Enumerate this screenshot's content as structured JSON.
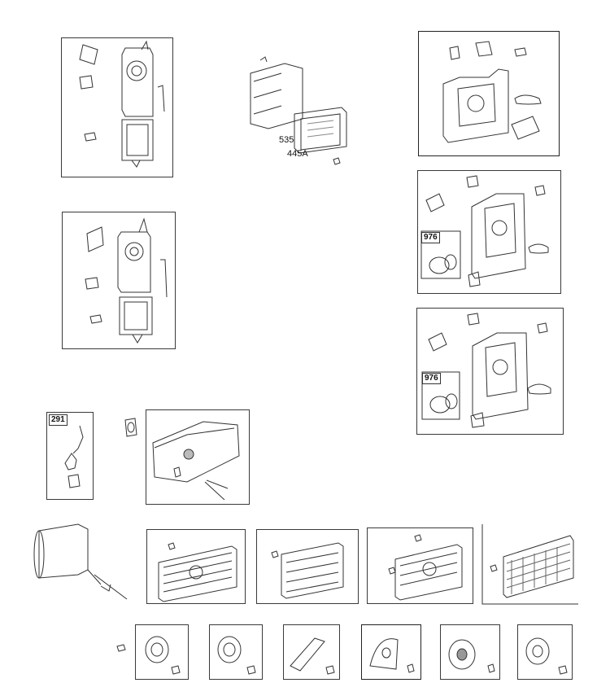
{
  "callouts": {
    "c535": "535",
    "c445a": "445A",
    "c976_a": "976",
    "c976_b": "976",
    "c291": "291"
  },
  "colors": {
    "line": "#333333",
    "shade": "#9a9a9a",
    "paper": "#ffffff"
  }
}
